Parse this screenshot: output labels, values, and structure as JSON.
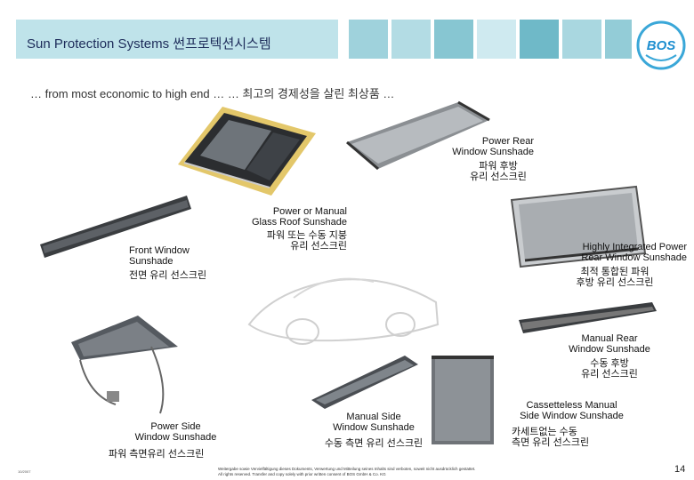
{
  "header": {
    "title": "Sun Protection Systems  썬프로텍션시스템",
    "logo_text": "BOS",
    "subtitle": "… from most economic to high end … … 최고의 경제성을 살린 최상품 …",
    "colors": {
      "title_bar": "#bfe3ea",
      "squares": [
        "#9fd2dc",
        "#b3dce4",
        "#87c6d2",
        "#cfeaf0",
        "#6fb9c8",
        "#a9d7e0",
        "#93ccd7"
      ],
      "logo_blue": "#1f8fd0",
      "logo_ring": "#3aa7d8"
    }
  },
  "products": {
    "power_rear": {
      "en": "Power Rear\nWindow Sunshade",
      "ko": "파워 후방\n유리 선스크린"
    },
    "glass_roof": {
      "en": "Power or Manual\nGlass Roof Sunshade",
      "ko": "파워 또는 수동 지붕\n유리 선스크린"
    },
    "front_window": {
      "en": "Front Window\nSunshade",
      "ko": "전면 유리  선스크린"
    },
    "highly_integrated": {
      "en": "Highly Integrated Power\nRear Window Sunshade",
      "ko": "최적 통합된 파워\n후방 유리 선스크린"
    },
    "manual_rear": {
      "en": "Manual Rear\nWindow Sunshade",
      "ko": "수동 후방\n유리 선스크린"
    },
    "power_side": {
      "en": "Power Side\nWindow Sunshade",
      "ko": "파워 측면유리 선스크린"
    },
    "manual_side": {
      "en": "Manual Side\nWindow Sunshade",
      "ko": "수동 측면 유리 선스크린"
    },
    "cassetteless": {
      "en": "Cassetteless Manual\nSide Window Sunshade",
      "ko": "카세트없는 수동\n측면 유리 선스크린"
    }
  },
  "footer": {
    "date": "10/2007",
    "legal": "Weitergabe sowie Vervielfältigung dieses Dokuments, Verwertung und Mitteilung seines Inhalts sind verboten, soweit nicht ausdrücklich gestattet.\nAll rights reserved. Transfer and copy solely with prior written consent of BOS GmbH & Co. KG",
    "page": "14"
  }
}
